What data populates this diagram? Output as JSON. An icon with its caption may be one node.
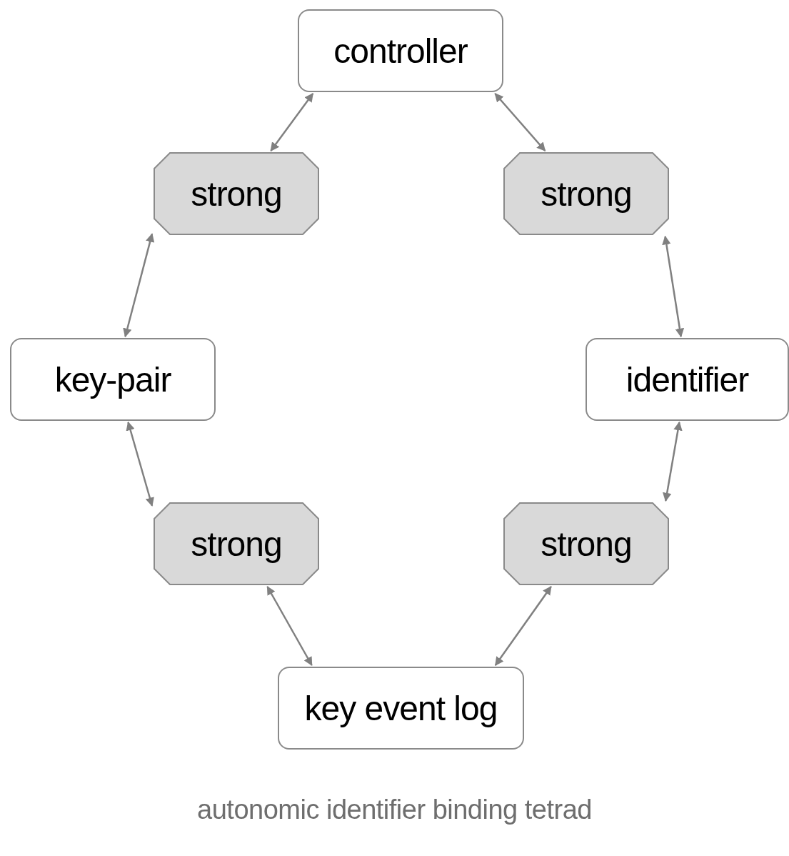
{
  "diagram": {
    "caption": "autonomic identifier binding tetrad",
    "nodes": [
      {
        "text": [
          "controller"
        ]
      },
      {
        "text": [
          "strong"
        ]
      },
      {
        "text": [
          "strong"
        ]
      },
      {
        "text": [
          "key-pair"
        ]
      },
      {
        "text": [
          "identifier"
        ]
      },
      {
        "text": [
          "strong"
        ]
      },
      {
        "text": [
          "strong"
        ]
      },
      {
        "text": [
          "key event log"
        ]
      }
    ],
    "edges": [
      {
        "from": 0,
        "to": 1,
        "arrow": "both"
      },
      {
        "from": 0,
        "to": 2,
        "arrow": "both"
      },
      {
        "from": 1,
        "to": 3,
        "arrow": "both"
      },
      {
        "from": 2,
        "to": 4,
        "arrow": "both"
      },
      {
        "from": 3,
        "to": 5,
        "arrow": "both"
      },
      {
        "from": 4,
        "to": 6,
        "arrow": "both"
      },
      {
        "from": 5,
        "to": 7,
        "arrow": "both"
      },
      {
        "from": 6,
        "to": 7,
        "arrow": "both"
      }
    ]
  }
}
